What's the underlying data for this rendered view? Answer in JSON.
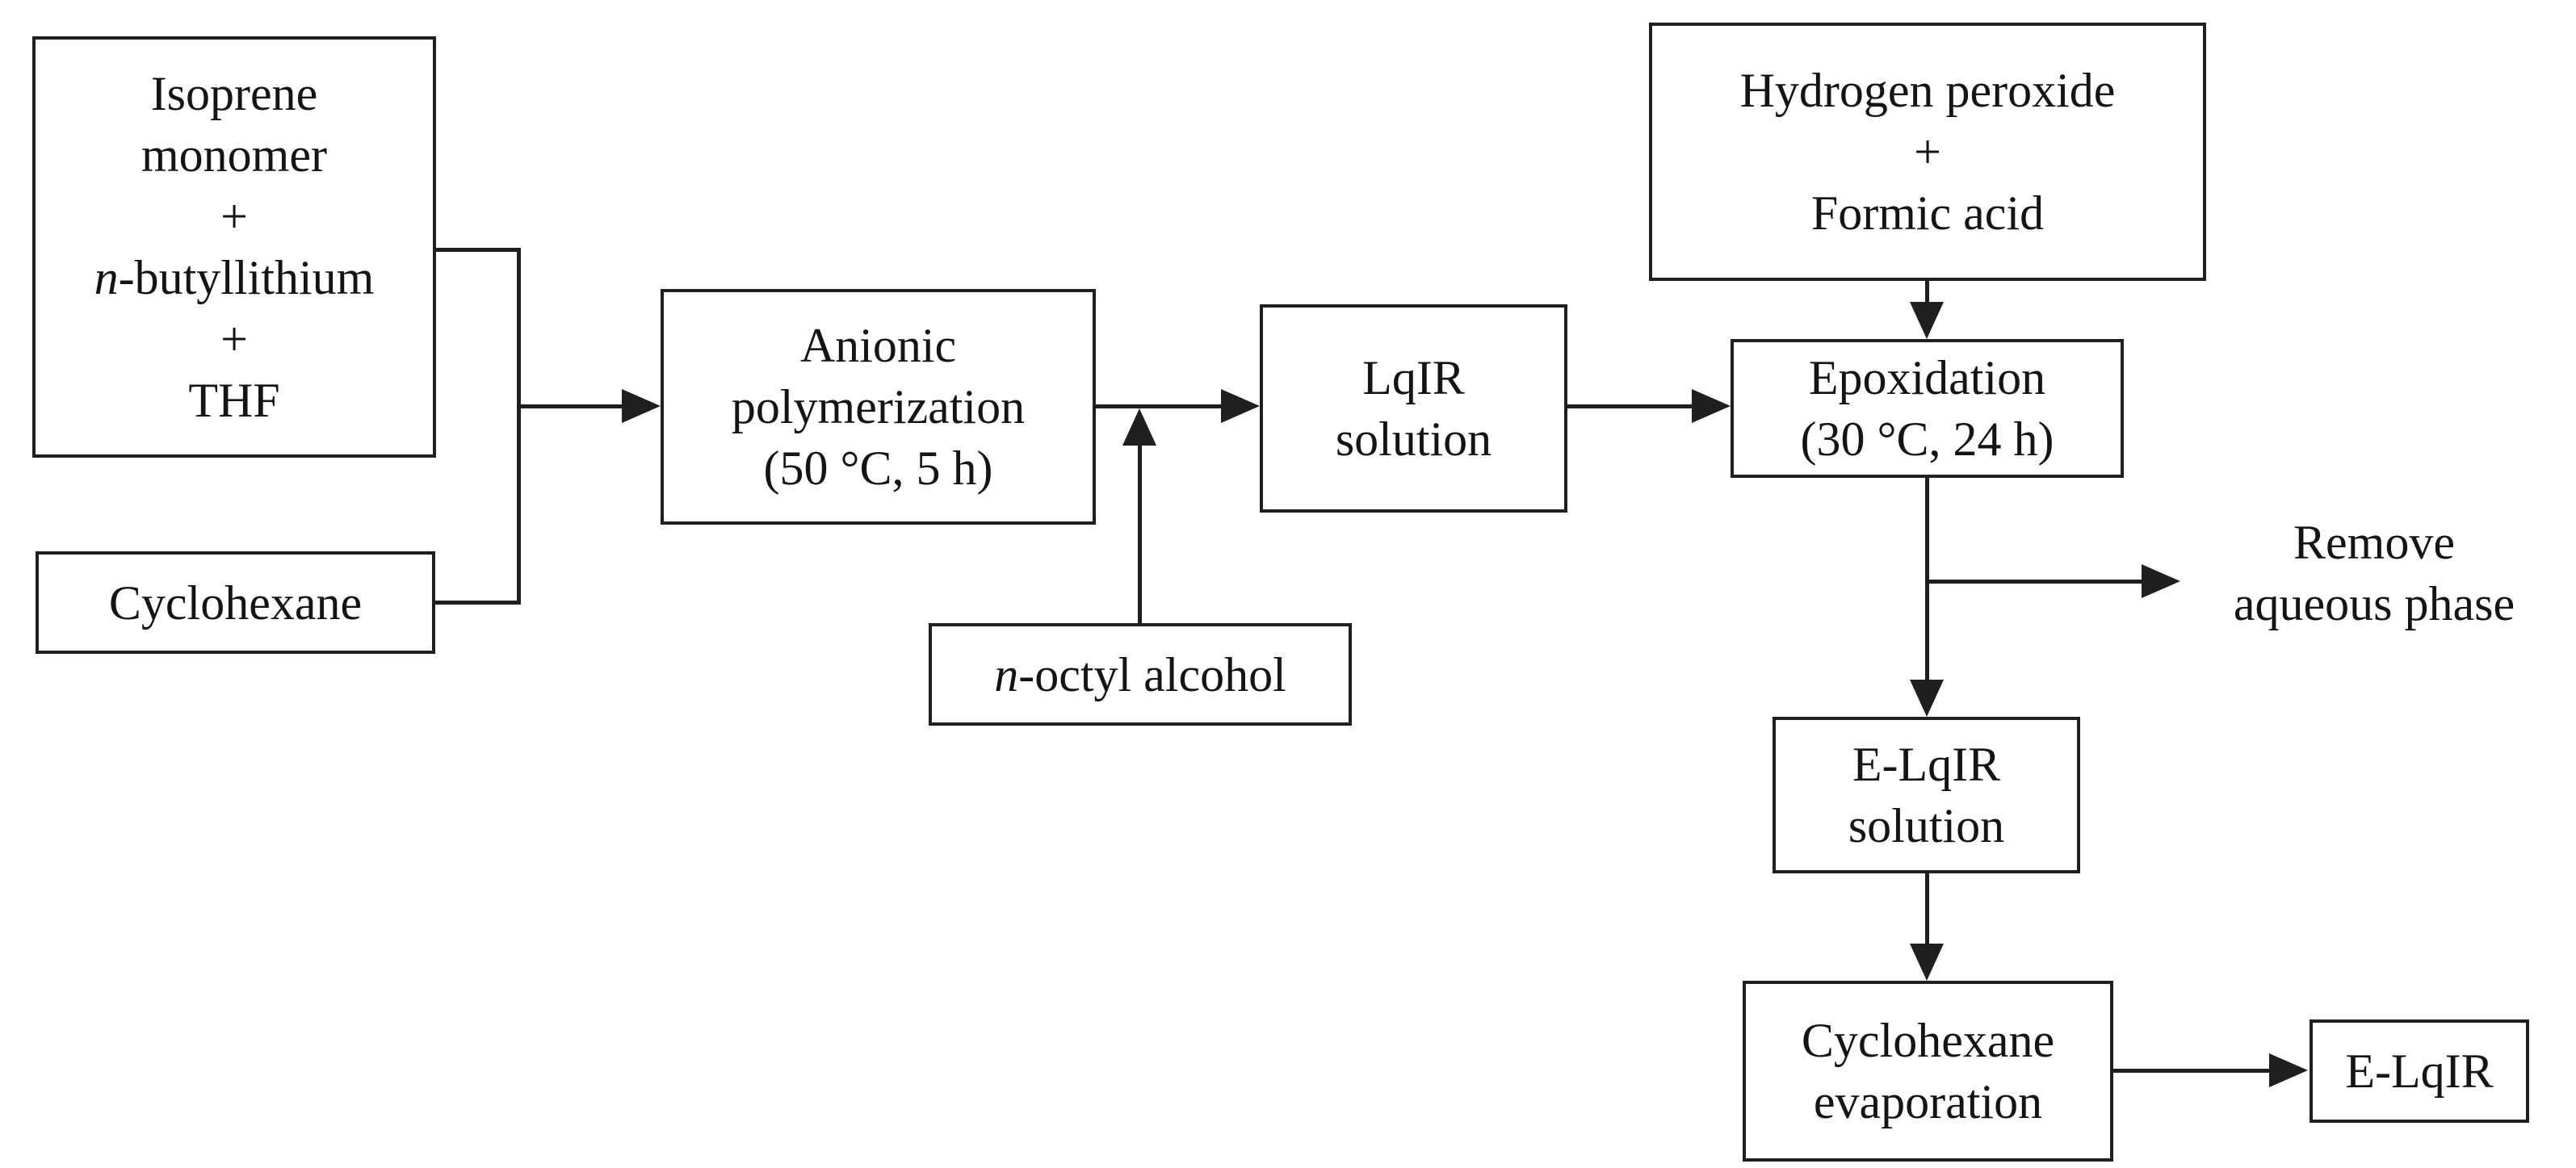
{
  "colors": {
    "stroke": "#1f1f1f",
    "text": "#141414",
    "background": "#ffffff"
  },
  "boxes": {
    "isoprene": {
      "lines": [
        "Isoprene",
        "monomer",
        "+",
        "n-butyllithium",
        "+",
        "THF"
      ]
    },
    "cyclohexane": {
      "lines": [
        "Cyclohexane"
      ]
    },
    "anionic": {
      "lines": [
        "Anionic",
        "polymerization",
        "(50 °C, 5 h)"
      ]
    },
    "noctyl": {
      "lines": [
        "n-octyl alcohol"
      ]
    },
    "lqir": {
      "lines": [
        "LqIR",
        "solution"
      ]
    },
    "hydrogen": {
      "lines": [
        "Hydrogen peroxide",
        "+",
        "Formic acid"
      ]
    },
    "epoxidation": {
      "lines": [
        "Epoxidation",
        "(30 °C, 24 h)"
      ]
    },
    "elqir_solution": {
      "lines": [
        "E-LqIR",
        "solution"
      ]
    },
    "evaporation": {
      "lines": [
        "Cyclohexane",
        "evaporation"
      ]
    },
    "elqir_product": {
      "lines": [
        "E-LqIR"
      ]
    }
  },
  "labels": {
    "remove_aqueous": {
      "lines": [
        "Remove",
        "aqueous phase"
      ]
    }
  }
}
